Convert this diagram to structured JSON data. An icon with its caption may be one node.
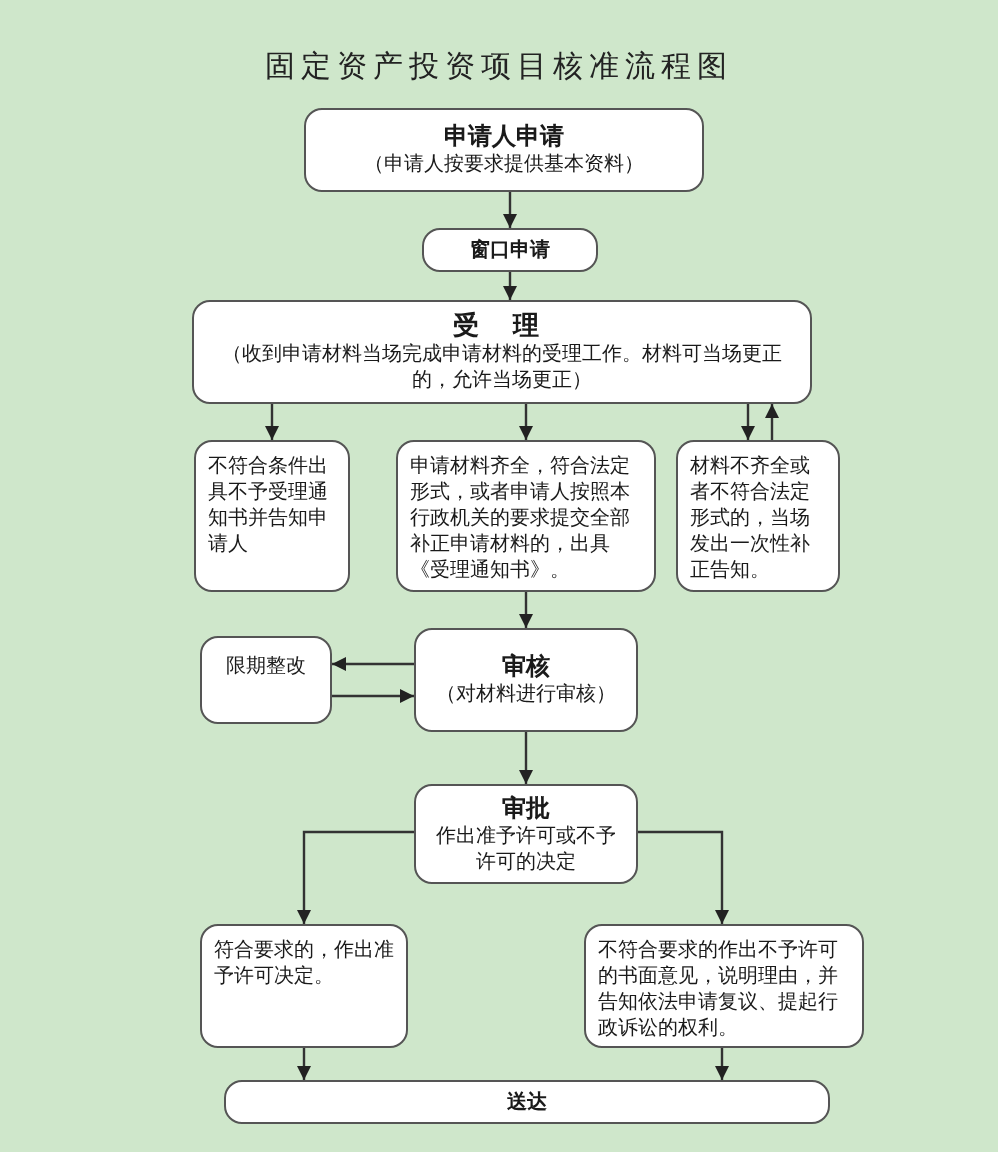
{
  "diagram": {
    "title": "固定资产投资项目核准流程图",
    "nodes": [
      {
        "text": [
          "申请人申请",
          "（申请人按要求提供基本资料）"
        ]
      },
      {
        "text": [
          "窗口申请"
        ]
      },
      {
        "text": [
          "受 理",
          "（收到申请材料当场完成申请材料的受理工作。材料可当场更正的，允许当场更正）"
        ]
      },
      {
        "text": [
          "不符合条件出具不予受理通知书并告知申请人"
        ]
      },
      {
        "text": [
          "申请材料齐全，符合法定形式，或者申请人按照本行政机关的要求提交全部补正申请材料的，出具《受理通知书》。"
        ]
      },
      {
        "text": [
          "材料不齐全或者不符合法定形式的，当场发出一次性补正告知。"
        ]
      },
      {
        "text": [
          "限期整改"
        ]
      },
      {
        "text": [
          "审核",
          "（对材料进行审核）"
        ]
      },
      {
        "text": [
          "审批",
          "作出准予许可或不予许可的决定"
        ]
      },
      {
        "text": [
          "符合要求的，作出准予许可决定。"
        ]
      },
      {
        "text": [
          "不符合要求的作出不予许可的书面意见，说明理由，并告知依法申请复议、提起行政诉讼的权利。"
        ]
      },
      {
        "text": [
          "送达"
        ]
      }
    ],
    "edges": [
      {
        "from": 0,
        "to": 1,
        "arrow": "to"
      },
      {
        "from": 1,
        "to": 2,
        "arrow": "to"
      },
      {
        "from": 2,
        "to": 3,
        "arrow": "to"
      },
      {
        "from": 2,
        "to": 4,
        "arrow": "to"
      },
      {
        "from": 2,
        "to": 5,
        "arrow": "to"
      },
      {
        "from": 5,
        "to": 2,
        "arrow": "to"
      },
      {
        "from": 4,
        "to": 7,
        "arrow": "to"
      },
      {
        "from": 7,
        "to": 6,
        "arrow": "to"
      },
      {
        "from": 6,
        "to": 7,
        "arrow": "to"
      },
      {
        "from": 7,
        "to": 8,
        "arrow": "to"
      },
      {
        "from": 8,
        "to": 9,
        "arrow": "to"
      },
      {
        "from": 8,
        "to": 10,
        "arrow": "to"
      },
      {
        "from": 9,
        "to": 11,
        "arrow": "to"
      },
      {
        "from": 10,
        "to": 11,
        "arrow": "to"
      }
    ]
  }
}
